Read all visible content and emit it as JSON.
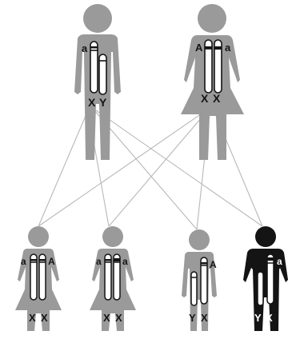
{
  "parents": {
    "father": {
      "allele_label": "a",
      "sex_chromosomes": [
        "X",
        "Y"
      ]
    },
    "mother": {
      "allele_labels": [
        "A",
        "a"
      ],
      "sex_chromosomes": [
        "X",
        "X"
      ]
    }
  },
  "children": [
    {
      "allele_labels": [
        "a",
        "A"
      ],
      "sex_chromosomes": [
        "X",
        "X"
      ],
      "affected": false
    },
    {
      "allele_labels": [
        "a",
        "a"
      ],
      "sex_chromosomes": [
        "X",
        "X"
      ],
      "affected": false
    },
    {
      "allele_labels": [
        "A"
      ],
      "sex_chromosomes": [
        "Y",
        "X"
      ],
      "affected": false
    },
    {
      "allele_labels": [
        "a"
      ],
      "sex_chromosomes": [
        "Y",
        "X"
      ],
      "affected": true
    }
  ],
  "colors": {
    "unaffected": "#9a9a9a",
    "affected": "#141414",
    "chromosome_fill": "#ffffff",
    "chromosome_outline": "#141414",
    "cross_lines": "#b8b8b8",
    "text": "#141414"
  }
}
